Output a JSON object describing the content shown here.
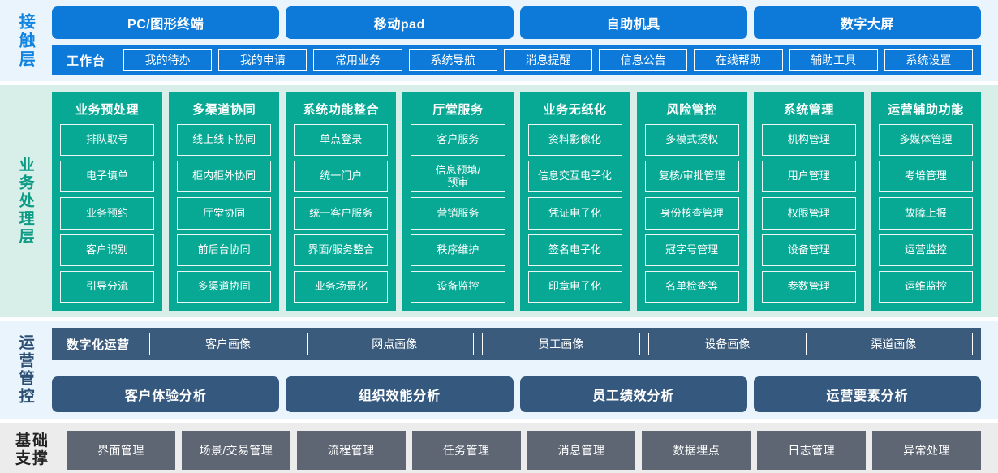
{
  "layers": {
    "contact": {
      "label": "接触层",
      "channels": [
        "PC/图形终端",
        "移动pad",
        "自助机具",
        "数字大屏"
      ],
      "workbench_title": "工作台",
      "workbench_items": [
        "我的待办",
        "我的申请",
        "常用业务",
        "系统导航",
        "消息提醒",
        "信息公告",
        "在线帮助",
        "辅助工具",
        "系统设置"
      ]
    },
    "business": {
      "label": "业务处理层",
      "columns": [
        {
          "title": "业务预处理",
          "items": [
            "排队取号",
            "电子填单",
            "业务预约",
            "客户识别",
            "引导分流"
          ]
        },
        {
          "title": "多渠道协同",
          "items": [
            "线上线下协同",
            "柜内柜外协同",
            "厅堂协同",
            "前后台协同",
            "多渠道协同"
          ]
        },
        {
          "title": "系统功能整合",
          "items": [
            "单点登录",
            "统一门户",
            "统一客户服务",
            "界面/服务整合",
            "业务场景化"
          ]
        },
        {
          "title": "厅堂服务",
          "items": [
            "客户服务",
            "信息预填/\n预审",
            "营销服务",
            "秩序维护",
            "设备监控"
          ]
        },
        {
          "title": "业务无纸化",
          "items": [
            "资料影像化",
            "信息交互电子化",
            "凭证电子化",
            "签名电子化",
            "印章电子化"
          ]
        },
        {
          "title": "风险管控",
          "items": [
            "多模式授权",
            "复核/审批管理",
            "身份核查管理",
            "冠字号管理",
            "名单检查等"
          ]
        },
        {
          "title": "系统管理",
          "items": [
            "机构管理",
            "用户管理",
            "权限管理",
            "设备管理",
            "参数管理"
          ]
        },
        {
          "title": "运营辅助功能",
          "items": [
            "多媒体管理",
            "考培管理",
            "故障上报",
            "运营监控",
            "运维监控"
          ]
        }
      ]
    },
    "operations": {
      "label": "运营管控",
      "portrait_title": "数字化运营",
      "portrait_items": [
        "客户画像",
        "网点画像",
        "员工画像",
        "设备画像",
        "渠道画像"
      ],
      "analysis_items": [
        "客户体验分析",
        "组织效能分析",
        "员工绩效分析",
        "运营要素分析"
      ]
    },
    "base": {
      "label": "基础支撑",
      "items": [
        "界面管理",
        "场景/交易管理",
        "流程管理",
        "任务管理",
        "消息管理",
        "数据埋点",
        "日志管理",
        "异常处理"
      ]
    }
  },
  "colors": {
    "contact_band_bg": "#e9f4fd",
    "contact_accent": "#0d7ad9",
    "business_band_bg": "#d8eee8",
    "business_accent": "#07a994",
    "operations_band_bg": "#e9f4fd",
    "operations_accent": "#3b5b7d",
    "base_band_bg": "#ececec",
    "base_accent": "#5d6672"
  }
}
